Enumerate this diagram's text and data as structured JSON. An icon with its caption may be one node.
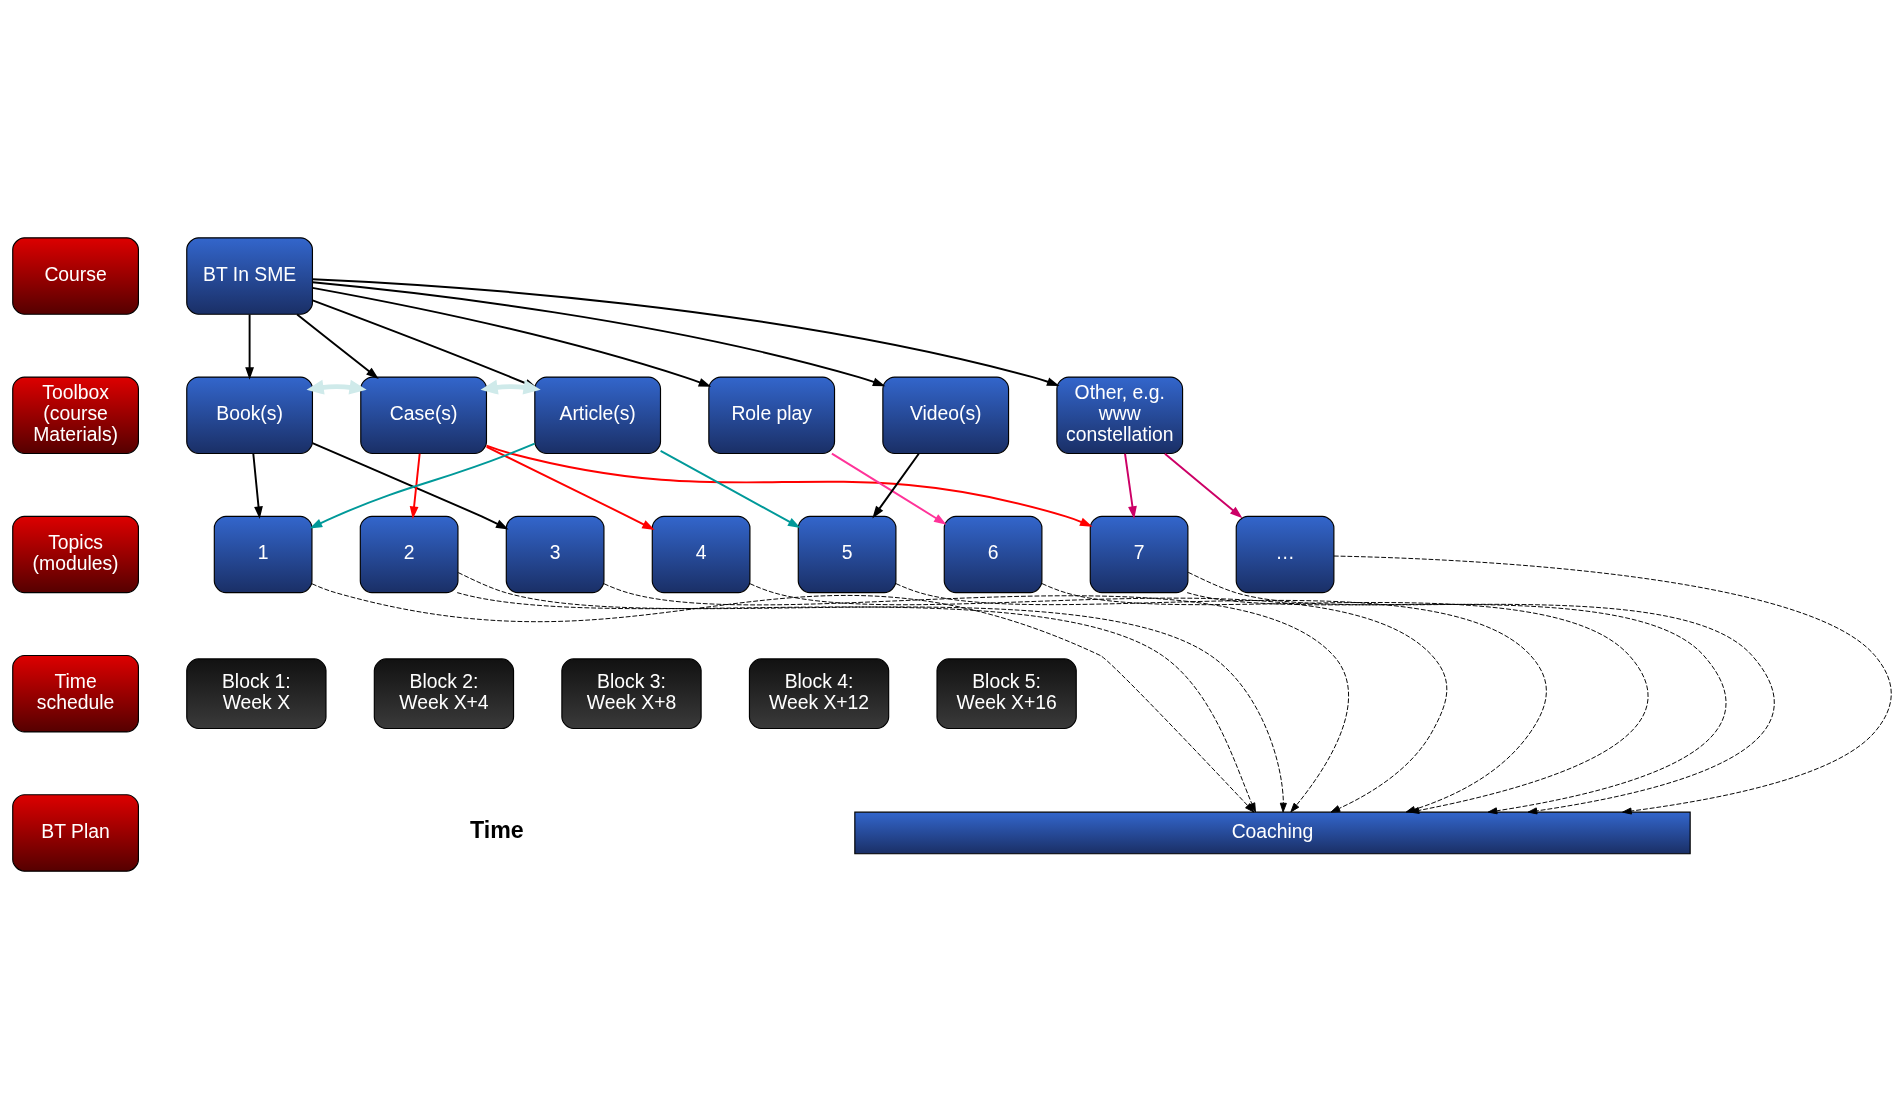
{
  "diagram": {
    "nodes": [
      {
        "text": [
          "Course"
        ]
      },
      {
        "text": [
          "Toolbox (course Materials)"
        ]
      },
      {
        "text": [
          "Topics (modules)"
        ]
      },
      {
        "text": [
          "Time schedule"
        ]
      },
      {
        "text": [
          "BT Plan"
        ]
      },
      {
        "text": [
          "BT In SME"
        ]
      },
      {
        "text": [
          "Book(s)"
        ]
      },
      {
        "text": [
          "Case(s)"
        ]
      },
      {
        "text": [
          "Article(s)"
        ]
      },
      {
        "text": [
          "Role play"
        ]
      },
      {
        "text": [
          "Video(s)"
        ]
      },
      {
        "text": [
          "Other, e.g. www constellation"
        ]
      },
      {
        "text": [
          "1"
        ]
      },
      {
        "text": [
          "2"
        ]
      },
      {
        "text": [
          "3"
        ]
      },
      {
        "text": [
          "4"
        ]
      },
      {
        "text": [
          "5"
        ]
      },
      {
        "text": [
          "6"
        ]
      },
      {
        "text": [
          "7"
        ]
      },
      {
        "text": [
          "…"
        ]
      },
      {
        "text": [
          "Block 1: Week X"
        ]
      },
      {
        "text": [
          "Block 2: Week X+4"
        ]
      },
      {
        "text": [
          "Block 3: Week X+8"
        ]
      },
      {
        "text": [
          "Block 4: Week X+12"
        ]
      },
      {
        "text": [
          "Block 5: Week X+16"
        ]
      },
      {
        "text": [
          "Coaching"
        ]
      }
    ],
    "edges": [
      {
        "from": 5,
        "to": 6,
        "arrow": "to"
      },
      {
        "from": 5,
        "to": 7,
        "arrow": "to"
      },
      {
        "from": 5,
        "to": 8,
        "arrow": "to"
      },
      {
        "from": 5,
        "to": 9,
        "arrow": "to"
      },
      {
        "from": 5,
        "to": 10,
        "arrow": "to"
      },
      {
        "from": 5,
        "to": 11,
        "arrow": "to"
      },
      {
        "from": 6,
        "to": 7,
        "arrow": "both",
        "style": "thick",
        "color": "#cfeaea"
      },
      {
        "from": 7,
        "to": 8,
        "arrow": "both",
        "style": "thick",
        "color": "#cfeaea"
      },
      {
        "from": 6,
        "to": 12,
        "arrow": "to"
      },
      {
        "from": 6,
        "to": 14,
        "arrow": "to"
      },
      {
        "from": 7,
        "to": 13,
        "arrow": "to",
        "color": "#ff0000"
      },
      {
        "from": 7,
        "to": 15,
        "arrow": "to",
        "color": "#ff0000"
      },
      {
        "from": 7,
        "to": 18,
        "arrow": "to",
        "color": "#ff0000"
      },
      {
        "from": 8,
        "to": 12,
        "arrow": "to",
        "color": "#009999"
      },
      {
        "from": 8,
        "to": 16,
        "arrow": "to",
        "color": "#009999"
      },
      {
        "from": 9,
        "to": 17,
        "arrow": "to",
        "color": "#ff3399"
      },
      {
        "from": 10,
        "to": 16,
        "arrow": "to"
      },
      {
        "from": 11,
        "to": 18,
        "arrow": "to",
        "color": "#cc0066"
      },
      {
        "from": 11,
        "to": 19,
        "arrow": "to",
        "color": "#cc0066"
      },
      {
        "from": 12,
        "to": 25,
        "arrow": "to",
        "style": "dashed"
      },
      {
        "from": 13,
        "to": 25,
        "arrow": "to",
        "style": "dashed"
      },
      {
        "from": 13,
        "to": 25,
        "arrow": "to",
        "style": "dashed"
      },
      {
        "from": 14,
        "to": 25,
        "arrow": "to",
        "style": "dashed"
      },
      {
        "from": 15,
        "to": 25,
        "arrow": "to",
        "style": "dashed"
      },
      {
        "from": 16,
        "to": 25,
        "arrow": "to",
        "style": "dashed"
      },
      {
        "from": 17,
        "to": 25,
        "arrow": "to",
        "style": "dashed"
      },
      {
        "from": 18,
        "to": 25,
        "arrow": "to",
        "style": "dashed"
      },
      {
        "from": 18,
        "to": 25,
        "arrow": "to",
        "style": "dashed"
      },
      {
        "from": 19,
        "to": 25,
        "arrow": "to",
        "style": "dashed"
      }
    ],
    "labels": [
      "Time"
    ]
  }
}
